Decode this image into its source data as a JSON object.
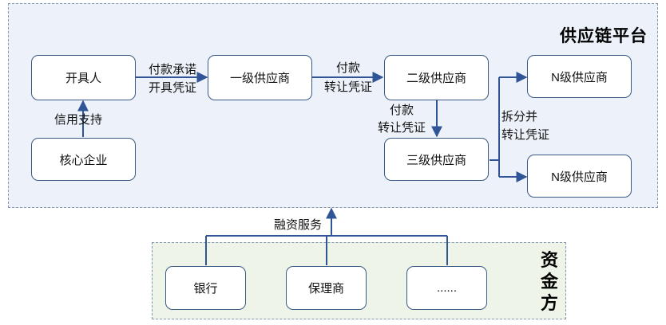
{
  "platform": {
    "title": "供应链平台"
  },
  "funder": {
    "title_chars": [
      "资",
      "金",
      "方"
    ]
  },
  "nodes": {
    "issuer": "开具人",
    "core": "核心企业",
    "tier1": "一级供应商",
    "tier2": "二级供应商",
    "tier3": "三级供应商",
    "tierN_top": "N级供应商",
    "tierN_bottom": "N级供应商",
    "bank": "银行",
    "factor": "保理商",
    "more": "......"
  },
  "edges": {
    "credit_support": "信用支持",
    "issue_1": "付款承诺",
    "issue_2": "开具凭证",
    "transfer_a_1": "付款",
    "transfer_a_2": "转让凭证",
    "transfer_b_1": "付款",
    "transfer_b_2": "转让凭证",
    "split_1": "拆分并",
    "split_2": "转让凭证",
    "financing": "融资服务"
  },
  "colors": {
    "line": "#2f5597",
    "node_border": "#3a5a86",
    "platform_bg": "#edf2fa",
    "funder_bg": "#eef5e8"
  }
}
